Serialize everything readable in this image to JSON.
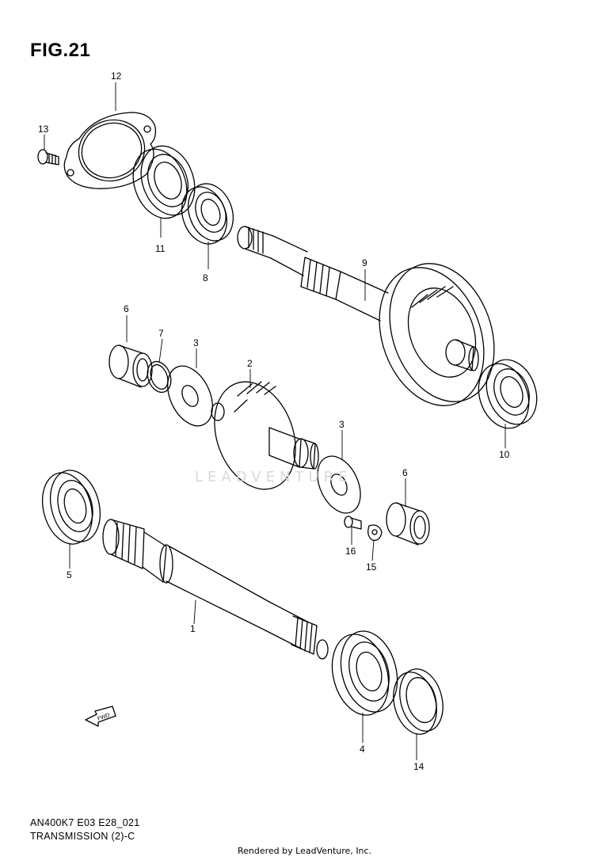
{
  "figure": {
    "title": "FIG.21",
    "model_code": "AN400K7 E03 E28_021",
    "section": "TRANSMISSION (2)-C",
    "rendered_by": "Rendered by LeadVenture, Inc.",
    "watermark": "LEADVENTURE",
    "fwd_label": "FWD"
  },
  "callouts": [
    "1",
    "2",
    "3",
    "3",
    "4",
    "5",
    "6",
    "6",
    "7",
    "8",
    "9",
    "10",
    "11",
    "12",
    "13",
    "14",
    "15",
    "16"
  ]
}
